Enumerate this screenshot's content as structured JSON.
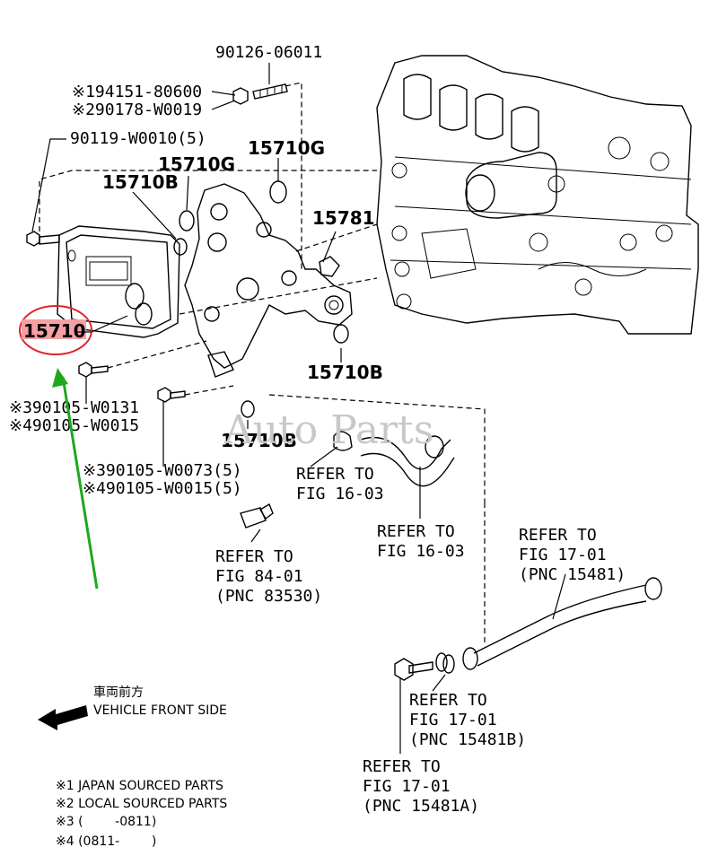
{
  "labels": {
    "bolt_top": "90126-06011",
    "note1_part": "※194151-80600",
    "note2_part": "※290178-W0019",
    "bolt_left": "90119-W0010(5)",
    "gasket_g1": "15710G",
    "gasket_g2": "15710G",
    "gasket_b_left": "15710B",
    "part_15781": "15781",
    "main_part": "15710",
    "gasket_b_right": "15710B",
    "gasket_b_mid": "15710B",
    "note3_part": "※390105-W0131",
    "note4_part": "※490105-W0015",
    "note3_part_b": "※390105-W0073(5)",
    "note4_part_b": "※490105-W0015(5)"
  },
  "refers": {
    "fig16_a": [
      "REFER TO",
      "FIG 16-03"
    ],
    "fig16_b": [
      "REFER TO",
      "FIG 16-03"
    ],
    "fig84": [
      "REFER TO",
      "FIG 84-01",
      "(PNC 83530)"
    ],
    "fig17_a": [
      "REFER TO",
      "FIG 17-01",
      "(PNC 15481)"
    ],
    "fig17_b": [
      "REFER TO",
      "FIG 17-01",
      "(PNC 15481B)"
    ],
    "fig17_c": [
      "REFER TO",
      "FIG 17-01",
      "(PNC 15481A)"
    ]
  },
  "vehicle": {
    "jp": "車両前方",
    "en": "VEHICLE FRONT SIDE"
  },
  "legend": [
    "※1 JAPAN SOURCED PARTS",
    "※2 LOCAL SOURCED PARTS",
    "※3 (        -0811)",
    "※4 (0811-        )"
  ],
  "watermark": "Auto Parts",
  "colors": {
    "highlight_circle": "#e0232b",
    "highlight_fill": "#f4a0a4",
    "arrow": "#1ea81e",
    "ink": "#000000"
  }
}
